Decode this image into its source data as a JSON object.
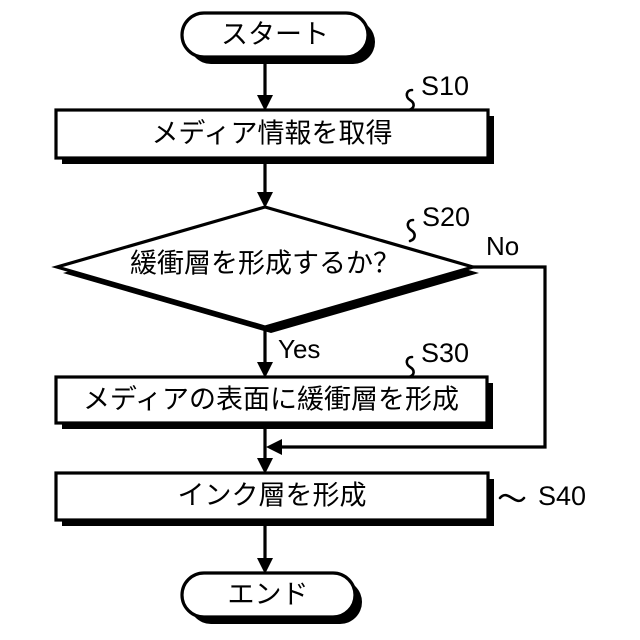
{
  "diagram": {
    "title": "",
    "background_color": "#ffffff",
    "line_color": "#000000",
    "fill_color": "#ffffff",
    "nodes": {
      "start": {
        "label": "スタート",
        "shape": "stadium"
      },
      "s10": {
        "label": "メディア情報を取得",
        "shape": "rect",
        "step_id": "S10"
      },
      "s20": {
        "label": "緩衝層を形成するか？",
        "shape": "diamond",
        "step_id": "S20"
      },
      "s30": {
        "label": "メディアの表面に緩衝層を形成",
        "shape": "rect",
        "step_id": "S30"
      },
      "s40": {
        "label": "インク層を形成",
        "shape": "rect",
        "step_id": "S40"
      },
      "end": {
        "label": "エンド",
        "shape": "stadium"
      }
    },
    "branches": {
      "yes": "Yes",
      "no": "No"
    }
  }
}
